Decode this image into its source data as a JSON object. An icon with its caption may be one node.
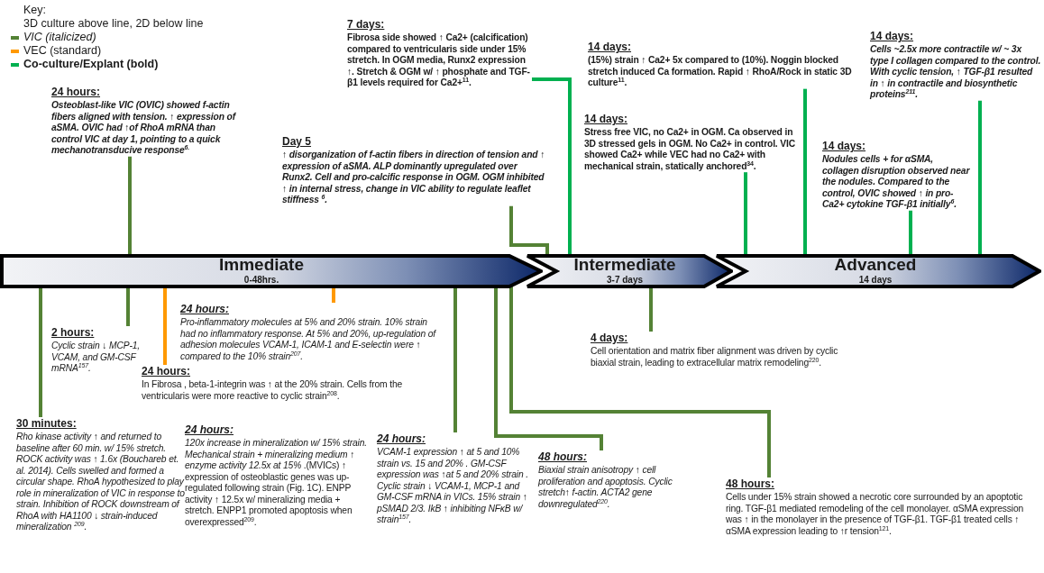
{
  "diagram": {
    "nodes": [
      {
        "text": [
          "Immediate",
          "0-48hrs."
        ]
      },
      {
        "text": [
          "Intermediate",
          "3-7 days"
        ]
      },
      {
        "text": [
          "Advanced",
          "14 days"
        ]
      },
      {
        "text": [
          "24 hours:",
          "Osteoblast-like VIC (OVIC) showed f-actin fibers aligned with tension. ↑ expression of aSMA. OVIC had ↑of RhoA mRNA than control VIC at day 1, pointing to a quick mechanotransducive response$^{6.}$"
        ]
      },
      {
        "text": [
          "7 days:",
          "Fibrosa side showed ↑ Ca2+ (calcification) compared to ventricularis side under 15% stretch. In OGM media, Runx2 expression ↑. Stretch & OGM w/ ↑ phosphate and TGF-β1 levels required for Ca2+$^{11}$."
        ]
      },
      {
        "text": [
          "Day 5",
          "↑ disorganization of f-actin fibers in direction of tension and ↑ expression of aSMA. ALP dominantly upregulated over Runx2. Cell and pro-calcific response in OGM. OGM inhibited ↑ in internal stress, change in VIC ability to regulate leaflet stiffness $^{6}$."
        ]
      },
      {
        "text": [
          "14 days:",
          "(15%) strain ↑ Ca2+ 5x compared to (10%). Noggin blocked stretch induced Ca formation. Rapid ↑ RhoA/Rock in static 3D culture$^{11}$."
        ]
      },
      {
        "text": [
          "14 days:",
          "Stress free VIC, no Ca2+ in OGM. Ca observed in 3D stressed gels in OGM. No Ca2+ in control. VIC showed Ca2+ while VEC had no Ca2+ with mechanical strain, statically anchored$^{34}$."
        ]
      },
      {
        "text": [
          "14 days:",
          "Nodules cells + for αSMA, collagen disruption observed near the nodules. Compared to the control, OVIC showed ↑ in pro-Ca2+ cytokine TGF-β1 initially$^{6}$."
        ]
      },
      {
        "text": [
          "14 days:",
          "Cells ~2.5x more contractile w/ ~ 3x type I collagen compared to the control. With cyclic tension, ↑ TGF-β1 resulted in ↑ in contractile and biosynthetic proteins$^{211}$."
        ]
      },
      {
        "text": [
          "2 hours:",
          "Cyclic strain ↓ MCP-1, VCAM, and GM-CSF mRNA$^{157}$."
        ]
      },
      {
        "text": [
          "30 minutes:",
          "Rho kinase activity ↑ and returned to baseline after 60 min. w/ 15% stretch. ROCK activity was ↑ 1.6x (Bouchareb et. al. 2014). Cells swelled and formed a circular shape. RhoA hypothesized to play role in mineralization of VIC in response to strain. Inhibition of ROCK downstream of RhoA with HA1100 ↓ strain-induced mineralization $^{209}$."
        ]
      },
      {
        "text": [
          "24 hours:",
          "Pro-inflammatory molecules at 5% and 20% strain. 10% strain had no inflammatory response. At 5% and 20%, up-regulation of adhesion molecules VCAM-1, ICAM-1 and E-selectin were ↑ compared to the 10% strain$^{207}$."
        ]
      },
      {
        "text": [
          "24 hours:",
          "In Fibrosa , beta-1-integrin was ↑ at the 20% strain. Cells from the ventricularis were more reactive to cyclic strain$^{208}$."
        ]
      },
      {
        "text": [
          "24 hours:",
          "*120x increase in mineralization w/ 15% strain. Mechanical strain + mineralizing medium ↑ enzyme activity 12.5x at 15%* .(MVICs) ↑ expression of osteoblastic genes was up-regulated following strain (Fig. 1C). ENPP activity ↑ 12.5x w/ mineralizing media + stretch. ENPP1 promoted apoptosis when overexpressed$^{209}$."
        ]
      },
      {
        "text": [
          "24 hours:",
          "VCAM-1 expression ↑ at 5 and 10% strain vs. 15 and 20% . GM-CSF expression was ↑at 5 and 20% strain . Cyclic strain ↓ VCAM-1, MCP-1 and GM-CSF mRNA in VICs. 15% strain ↑ pSMAD 2/3. IkB ↑ inhibiting NFκB w/ strain$^{157}$."
        ]
      },
      {
        "text": [
          "4 days:",
          "Cell orientation and matrix fiber alignment was driven by cyclic biaxial strain, leading to extracellular matrix remodeling$^{220}$."
        ]
      },
      {
        "text": [
          "48 hours:",
          "Biaxial strain anisotropy ↑ cell proliferation and apoptosis. Cyclic stretch↑ f-actin. ACTA2 gene downregulated$^{220}$."
        ]
      },
      {
        "text": [
          "48 hours:",
          "Cells under 15% strain showed a necrotic core surrounded by an apoptotic ring. TGF-β1 mediated remodeling of the cell monolayer. αSMA expression was ↑ in the monolayer in the presence of TGF-β1. TGF-β1 treated cells ↑ αSMA expression leading to ↑r tension$^{121}$."
        ]
      }
    ],
    "edges": [
      {
        "from": 0,
        "to": 3,
        "arrow": "none"
      },
      {
        "from": 1,
        "to": 4,
        "arrow": "none",
        "color": "#00b050"
      },
      {
        "from": 1,
        "to": 5,
        "arrow": "none"
      },
      {
        "from": 2,
        "to": 6,
        "arrow": "none",
        "color": "#00b050"
      },
      {
        "from": 2,
        "to": 7,
        "arrow": "none",
        "color": "#00b050"
      },
      {
        "from": 2,
        "to": 8,
        "arrow": "none",
        "color": "#00b050"
      },
      {
        "from": 2,
        "to": 9,
        "arrow": "none",
        "color": "#00b050"
      },
      {
        "from": 0,
        "to": 10,
        "arrow": "none"
      },
      {
        "from": 0,
        "to": 11,
        "arrow": "none"
      },
      {
        "from": 0,
        "to": 12,
        "arrow": "none",
        "color": "#ff9900"
      },
      {
        "from": 0,
        "to": 13,
        "arrow": "none",
        "color": "#ff9900"
      },
      {
        "from": 0,
        "to": 15,
        "arrow": "none"
      },
      {
        "from": 1,
        "to": 16,
        "arrow": "none"
      },
      {
        "from": 0,
        "to": 17,
        "arrow": "none"
      },
      {
        "from": 0,
        "to": 18,
        "arrow": "none"
      }
    ],
    "labels": [
      "Key:",
      "3D culture above line, 2D below line"
    ],
    "legend": [
      {
        "text": "VIC (italicized)",
        "color": "#548235"
      },
      {
        "text": "VEC (standard)",
        "color": "#ff9900"
      },
      {
        "text": "Co-culture/Explant (bold)",
        "color": "#00b050"
      }
    ]
  }
}
